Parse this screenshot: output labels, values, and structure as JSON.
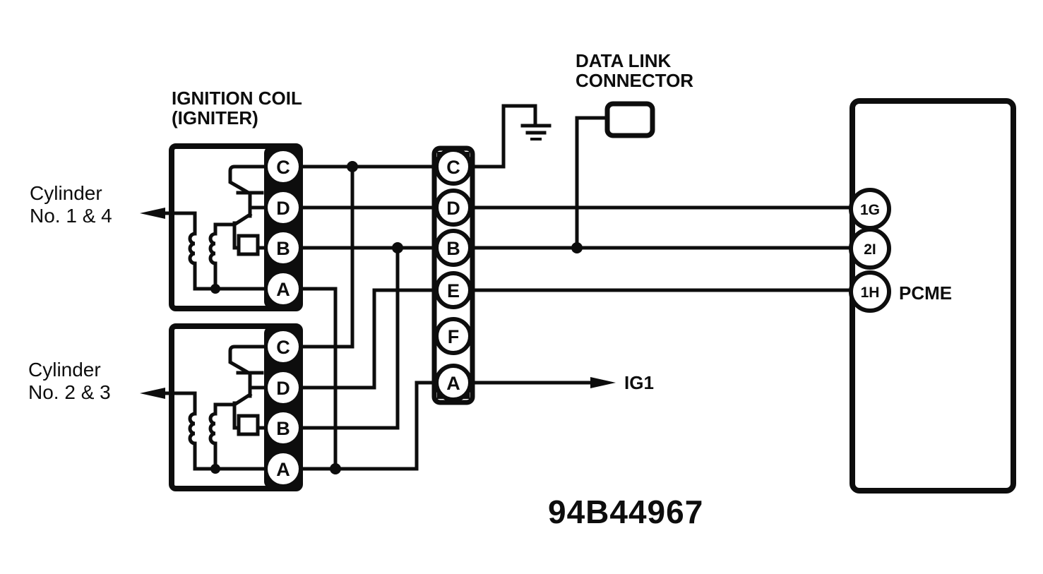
{
  "figure_code": "94B44967",
  "ignition_coil_label": {
    "line1": "IGNITION COIL",
    "line2": "(IGNITER)"
  },
  "cylinder_1_4": {
    "line1": "Cylinder",
    "line2": "No. 1 & 4"
  },
  "cylinder_2_3": {
    "line1": "Cylinder",
    "line2": "No. 2 & 3"
  },
  "data_link_connector": {
    "line1": "DATA LINK",
    "line2": "CONNECTOR"
  },
  "ig1_label": "IG1",
  "pcme": {
    "label": "PCME",
    "pins": [
      "1G",
      "2I",
      "1H"
    ]
  },
  "coil1": {
    "pins": [
      "C",
      "D",
      "B",
      "A"
    ]
  },
  "coil2": {
    "pins": [
      "C",
      "D",
      "B",
      "A"
    ]
  },
  "harness_connector": {
    "pins": [
      "C",
      "D",
      "B",
      "E",
      "F",
      "A"
    ]
  },
  "colors": {
    "ink": "#0d0d0d",
    "background": "#ffffff"
  }
}
